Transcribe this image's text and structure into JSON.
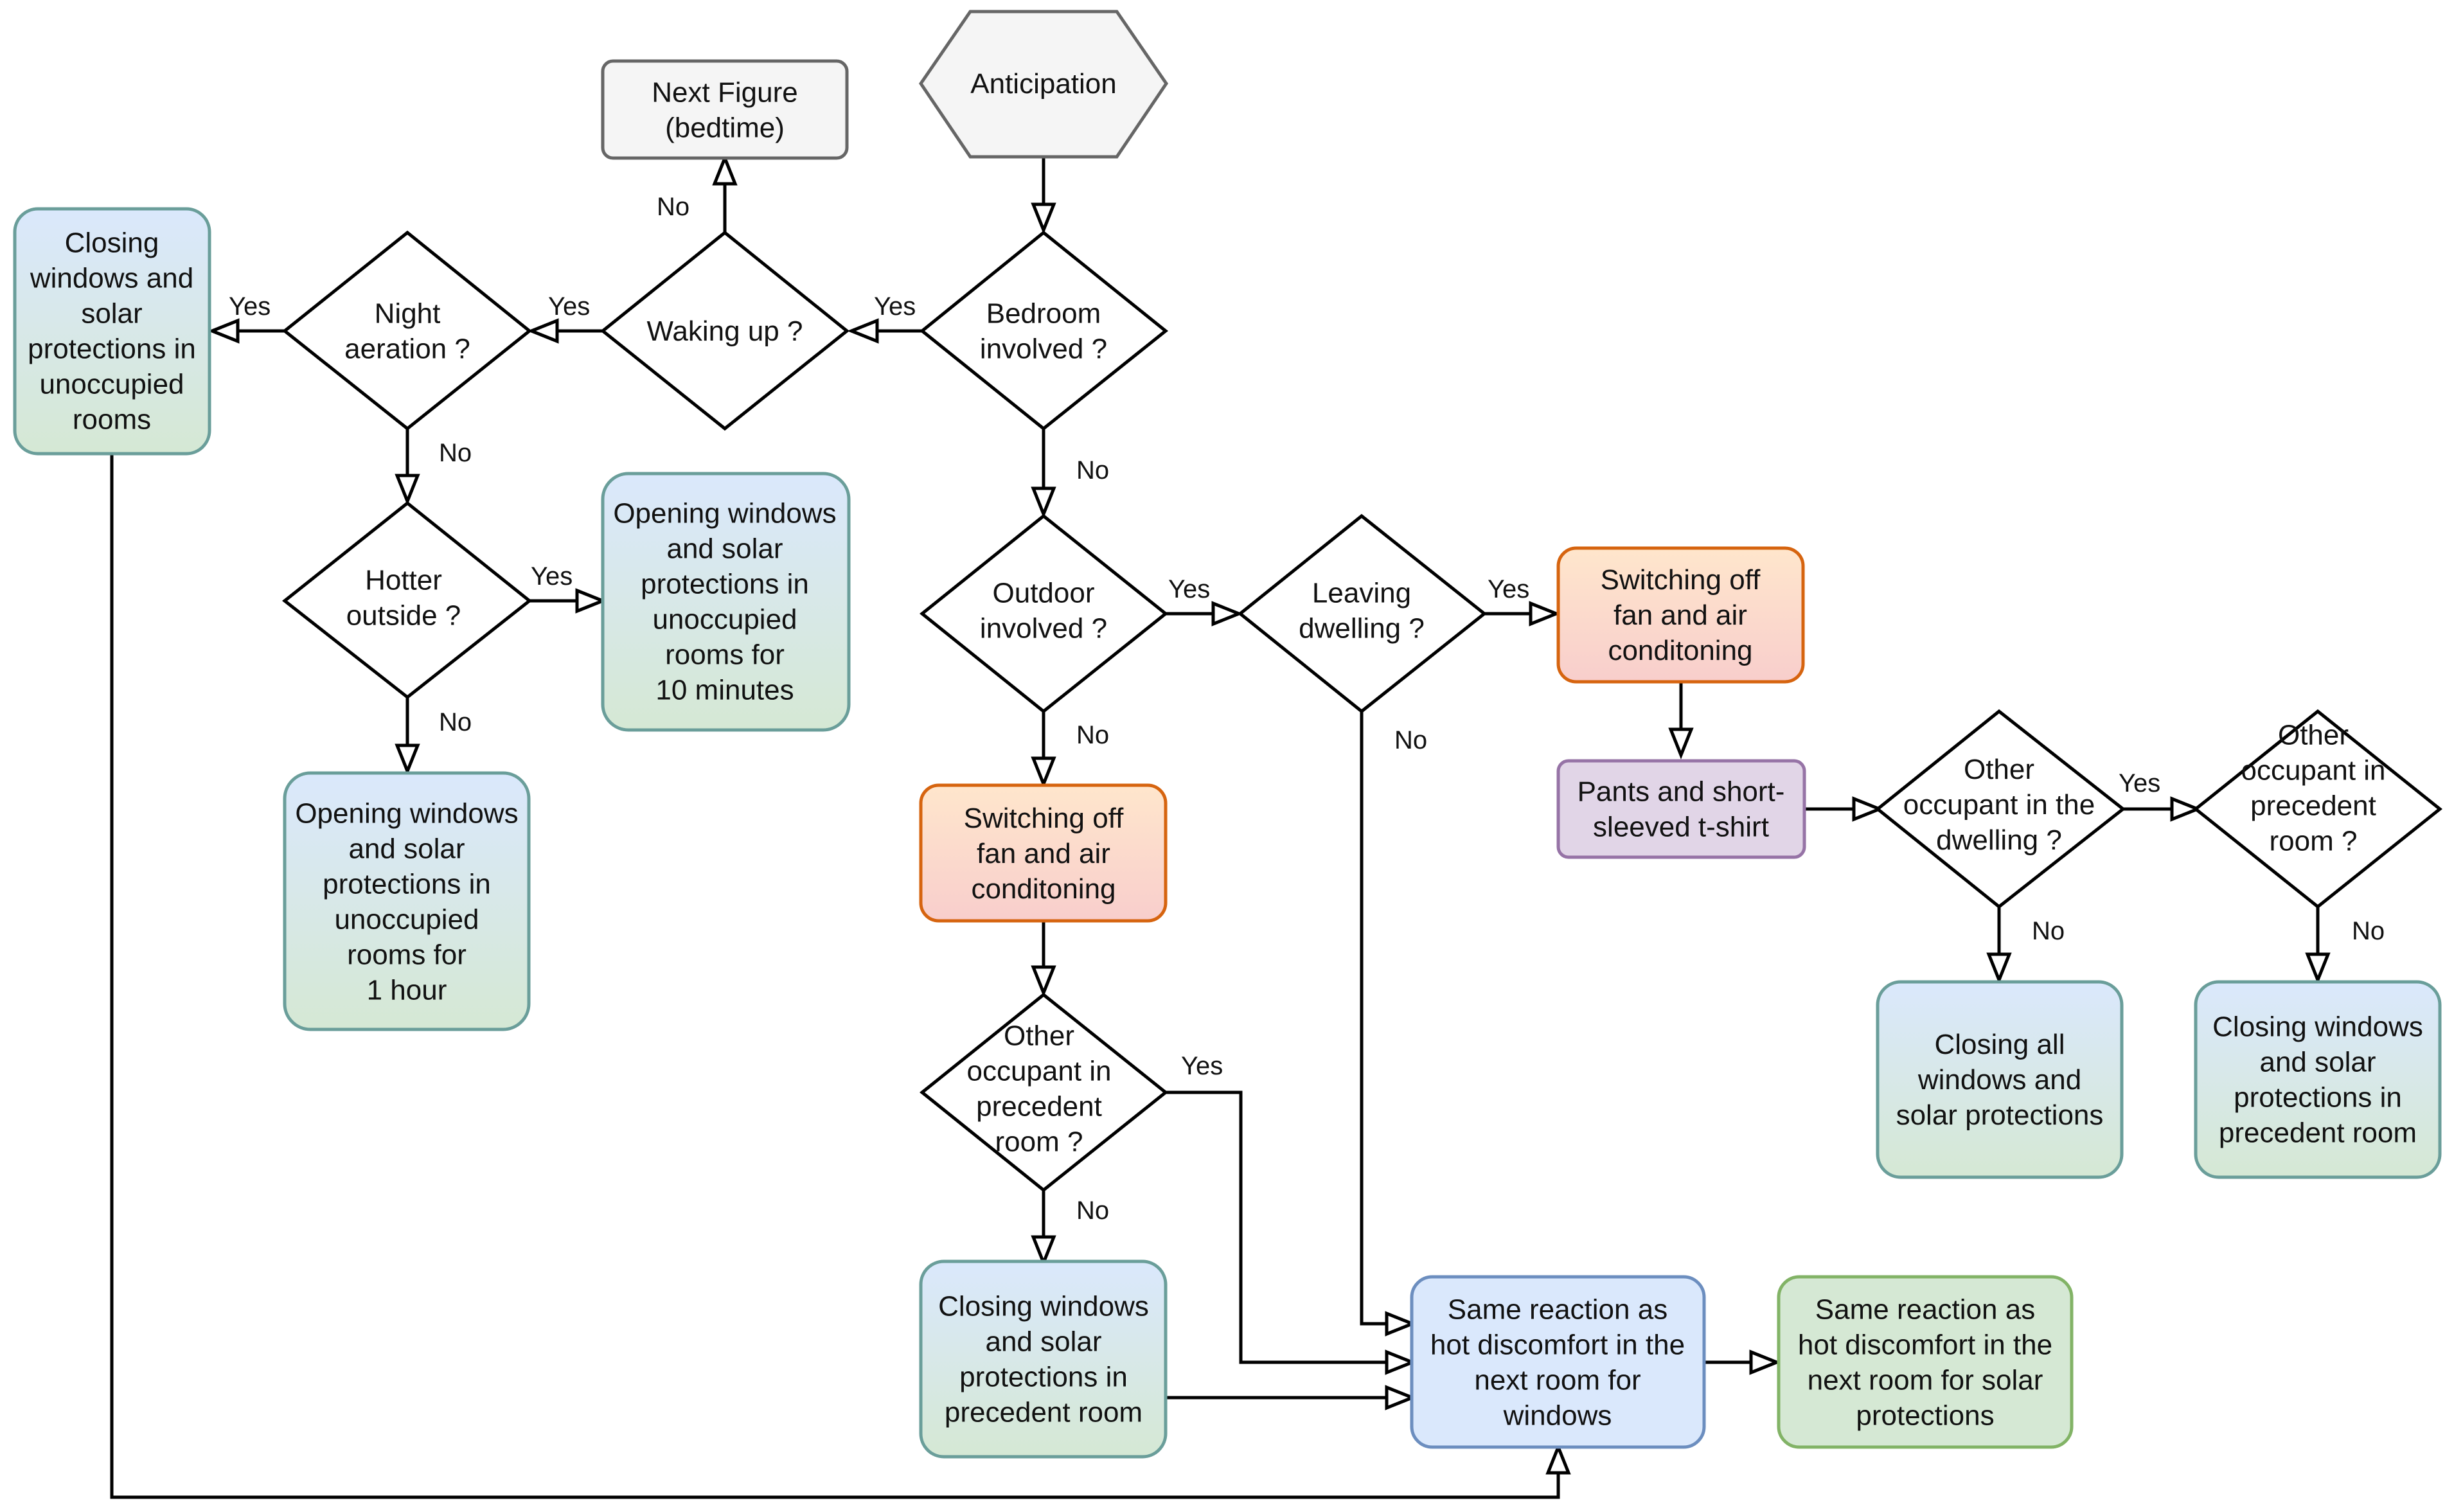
{
  "nodes": {
    "anticipation": "Anticipation",
    "next_figure": "Next Figure\n(bedtime)",
    "bedroom": "Bedroom\ninvolved ?",
    "waking": "Waking up ?",
    "night": "Night\naeration ?",
    "close_unocc": "Closing\nwindows and\nsolar\nprotections in\nunoccupied\nrooms",
    "hotter": "Hotter\noutside ?",
    "open10": "Opening windows\nand solar\nprotections in\nunoccupied\nrooms for\n10 minutes",
    "open1h": "Opening windows\nand solar\nprotections in\nunoccupied\nrooms for\n1 hour",
    "outdoor": "Outdoor\ninvolved ?",
    "leaving": "Leaving\ndwelling ?",
    "switch_a": "Switching off\nfan and air\nconditoning",
    "switch_b": "Switching off\nfan and air\nconditoning",
    "pants": "Pants and short-\nsleeved t-shirt",
    "other_dwelling": "Other\noccupant in the\ndwelling ?",
    "other_prec_a": "Other\noccupant in\nprecedent\nroom ?",
    "other_prec_b": "Other\noccupant in\nprecedent\nroom ?",
    "close_prec_a": "Closing windows\nand solar\nprotections in\nprecedent room",
    "close_prec_b": "Closing windows\nand solar\nprotections in\nprecedent room",
    "close_all": "Closing all\nwindows and\nsolar protections",
    "same_windows": "Same reaction as\nhot discomfort in the\nnext room for\nwindows",
    "same_solar": "Same reaction as\nhot discomfort in the\nnext room for solar\nprotections"
  },
  "edge_labels": {
    "yes": "Yes",
    "no": "No"
  },
  "colors": {
    "blue_top": "#dae8fc",
    "green_bottom": "#d5e8d4",
    "blue_green_stroke": "#6a9e9a",
    "orange_top": "#ffe6cc",
    "orange_bottom": "#f8cecc",
    "orange_stroke": "#d6640f",
    "purple_fill": "#e1d5e7",
    "purple_stroke": "#9673a6",
    "gray_fill": "#f5f5f5",
    "gray_stroke": "#666666",
    "blue_fill": "#dae8fc",
    "blue_stroke": "#6c8ebf",
    "green_fill": "#d5e8d4",
    "green_stroke": "#82b366"
  }
}
